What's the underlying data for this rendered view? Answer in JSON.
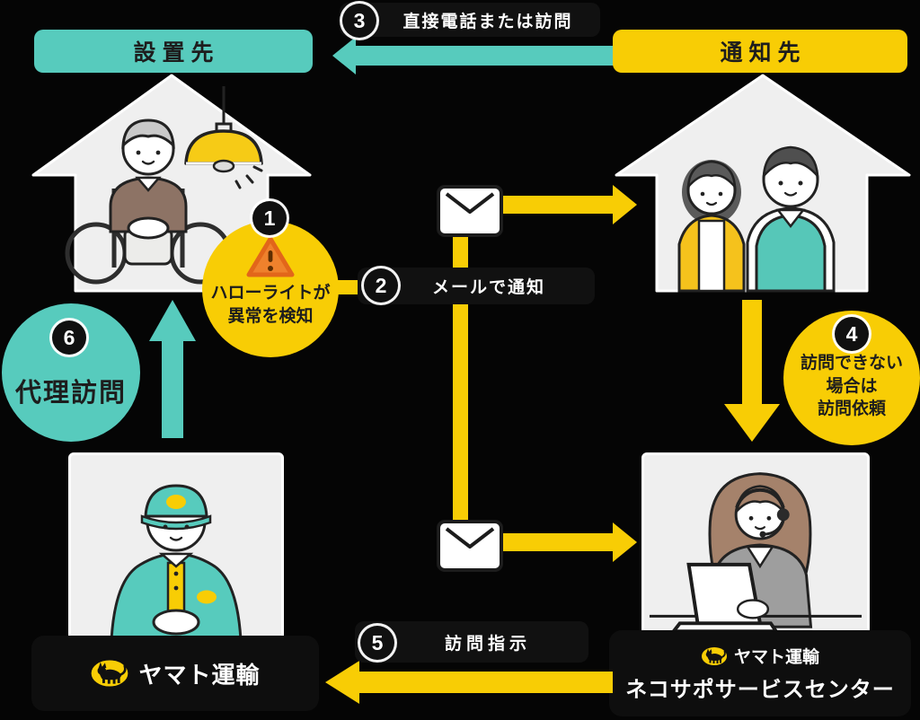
{
  "diagram_title": "HelloLight anomaly-notification service flow",
  "colors": {
    "teal": "#57CBBD",
    "yellow": "#F8CD05",
    "black": "#101010",
    "card_gray": "#EFEFEF",
    "orange_warning": "#EF812C",
    "text_dark": "#1d1d1d",
    "white": "#FFFFFF"
  },
  "nodes": {
    "install": {
      "label": "設置先"
    },
    "notify": {
      "label": "通知先"
    },
    "yamato": {
      "brand": "ヤマト運輸"
    },
    "center": {
      "brand": "ヤマト運輸",
      "label": "ネコサポサービスセンター"
    }
  },
  "steps": {
    "s1": {
      "num": "1",
      "lines": [
        "ハローライトが",
        "異常を検知"
      ]
    },
    "s2": {
      "num": "2",
      "label": "メールで通知"
    },
    "s3": {
      "num": "3",
      "label": "直接電話または訪問"
    },
    "s4": {
      "num": "4",
      "lines": [
        "訪問できない",
        "場合は",
        "訪問依頼"
      ]
    },
    "s5": {
      "num": "5",
      "label": "訪問指示"
    },
    "s6": {
      "num": "6",
      "label": "代理訪問"
    }
  },
  "icons": {
    "envelope": "mail envelope",
    "warning": "warning triangle",
    "cat_logo": "black cat in yellow oval",
    "lamp": "pendant light",
    "house": "house outline"
  }
}
